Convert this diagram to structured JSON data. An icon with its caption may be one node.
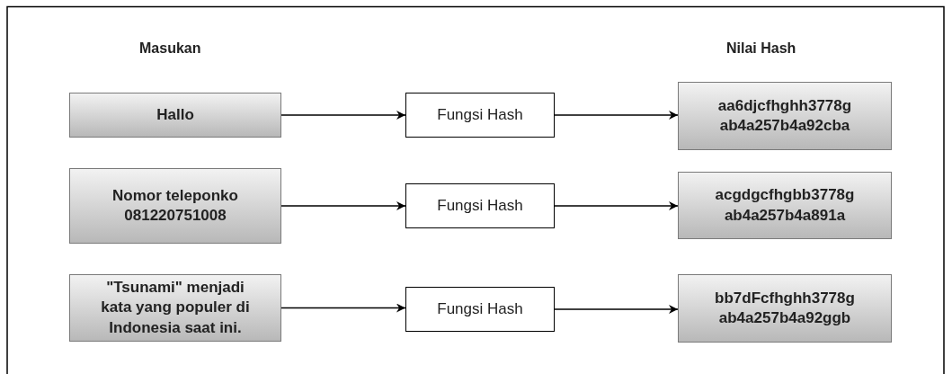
{
  "diagram": {
    "nodes": [
      {
        "text": [
          "Hallo"
        ]
      },
      {
        "text": [
          "Fungsi Hash"
        ]
      },
      {
        "text": [
          "aa6djcfhghh3778g ab4a257b4a92cba"
        ]
      },
      {
        "text": [
          "Nomor teleponko 081220751008"
        ]
      },
      {
        "text": [
          "Fungsi Hash"
        ]
      },
      {
        "text": [
          "acgdgcfhgbb3778g ab4a257b4a891a"
        ]
      },
      {
        "text": [
          "\"Tsunami\" menjadi kata yang populer di Indonesia saat ini."
        ]
      },
      {
        "text": [
          "Fungsi Hash"
        ]
      },
      {
        "text": [
          "bb7dFcfhghh3778g ab4a257b4a92ggb"
        ]
      }
    ],
    "edges": [
      {
        "from": 0,
        "to": 1,
        "arrow": "to"
      },
      {
        "from": 1,
        "to": 2,
        "arrow": "to"
      },
      {
        "from": 3,
        "to": 4,
        "arrow": "to"
      },
      {
        "from": 4,
        "to": 5,
        "arrow": "to"
      },
      {
        "from": 6,
        "to": 7,
        "arrow": "to"
      },
      {
        "from": 7,
        "to": 8,
        "arrow": "to"
      }
    ],
    "labels": [
      "Masukan",
      "Nilai Hash"
    ]
  }
}
